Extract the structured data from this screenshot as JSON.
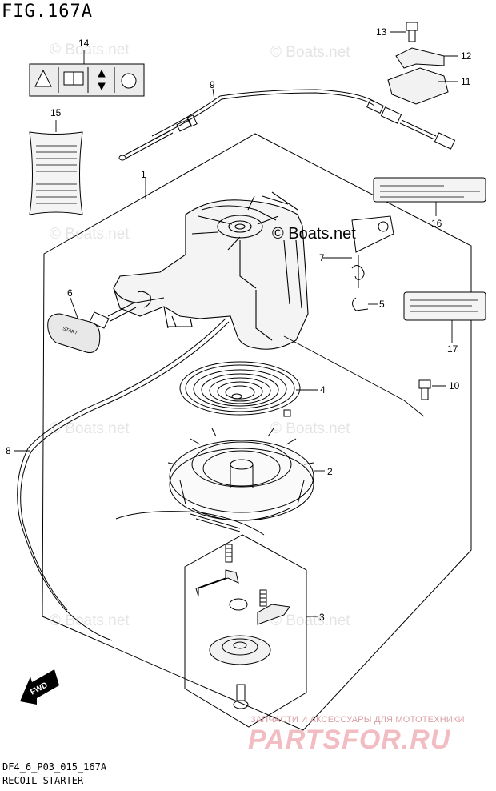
{
  "figure": {
    "title": "FIG.167A",
    "code": "DF4_6_P03_015_167A",
    "caption": "RECOIL STARTER"
  },
  "watermarks": {
    "site": "© Boats.net",
    "shop_small": "ЗАПЧАСТИ И АКСЕССУАРЫ ДЛЯ МОТОТЕХНИКИ",
    "shop_big": "PARTSFOR.RU"
  },
  "callouts": {
    "c1": "1",
    "c2": "2",
    "c3": "3",
    "c4": "4",
    "c5": "5",
    "c6": "6",
    "c7": "7",
    "c8": "8",
    "c9": "9",
    "c10": "10",
    "c11": "11",
    "c12": "12",
    "c13": "13",
    "c14": "14",
    "c15": "15",
    "c16": "16",
    "c17": "17"
  },
  "labels": {
    "handle_text": "START",
    "arrow_text": "FWD"
  },
  "icons": [
    "warning-triangle-icon",
    "manual-book-icon",
    "up-down-arrow-icon",
    "start-knob-icon"
  ]
}
